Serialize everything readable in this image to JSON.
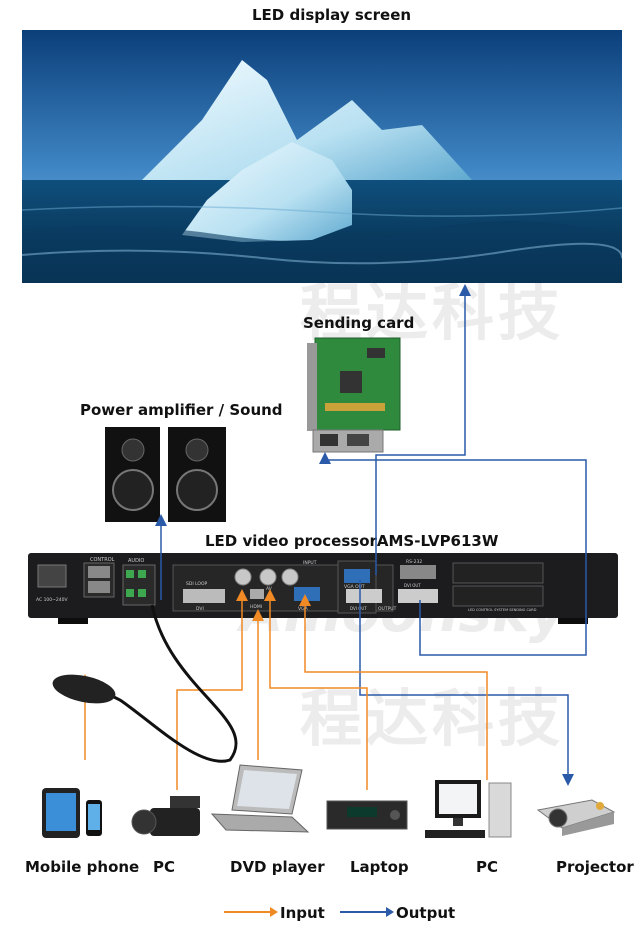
{
  "titles": {
    "led_screen": "LED display screen",
    "sending_card": "Sending card",
    "power_amp": "Power amplifier / Sound",
    "processor": "LED video processorAMS-LVP613W"
  },
  "watermark": {
    "chinese": "程达科技",
    "english": "Amoonsky"
  },
  "processor_panel": {
    "control": "CONTROL",
    "audio": "AUDIO",
    "ac": "AC 100~240V",
    "sdi_loop": "SDI LOOP",
    "dvi": "DVI",
    "hdmi": "HDMI",
    "av": "AV",
    "input": "INPUT",
    "vga": "VGA",
    "vga_out": "VGA OUT",
    "rs232": "RS-232",
    "dvi_out1": "DVI OUT",
    "dvi_out2": "DVI OUT",
    "output": "OUTPUT",
    "sending_card_label": "LED CONTROL SYSTEM SENDING CARD"
  },
  "devices": {
    "mobile_phone": "Mobile phone",
    "pc_camera": "PC",
    "dvd_player": "DVD player",
    "laptop": "Laptop",
    "pc_monitor": "PC",
    "projector": "Projector"
  },
  "legend": {
    "input": "Input",
    "output": "Output",
    "input_color": "#f08a24",
    "output_color": "#2a5aa8"
  }
}
